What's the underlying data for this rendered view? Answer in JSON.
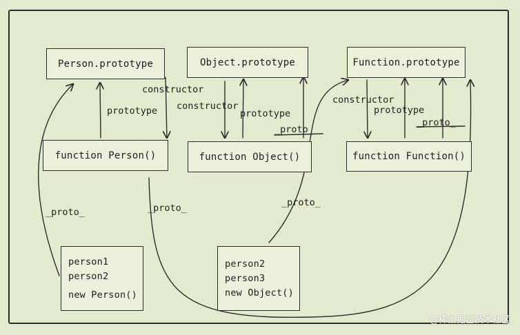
{
  "boxes": {
    "person_prototype": "Person.prototype",
    "object_prototype": "Object.prototype",
    "function_prototype": "Function.prototype",
    "function_person": "function Person()",
    "function_object": "function Object()",
    "function_function": "function Function()"
  },
  "instances_left": [
    "person1",
    "person2",
    "new Person()"
  ],
  "instances_mid": [
    "person2",
    "person3",
    "new Object()"
  ],
  "labels": {
    "constructor": "constructor",
    "prototype": "prototype",
    "proto": "_proto_"
  },
  "watermark": "@稀土掘金技术社区"
}
